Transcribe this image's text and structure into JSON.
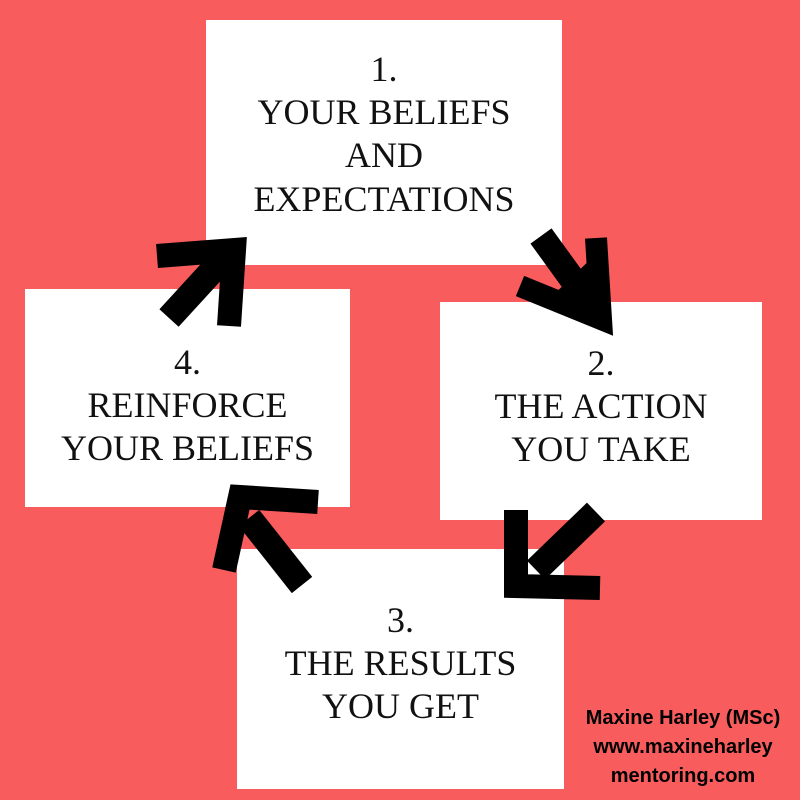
{
  "colors": {
    "background": "#f85c5c",
    "box": "#ffffff",
    "arrow": "#000000",
    "text": "#111111"
  },
  "steps": [
    {
      "number": "1.",
      "lines": [
        "YOUR BELIEFS",
        "AND",
        "EXPECTATIONS"
      ]
    },
    {
      "number": "2.",
      "lines": [
        "THE ACTION",
        "YOU TAKE"
      ]
    },
    {
      "number": "3.",
      "lines": [
        "THE RESULTS",
        "YOU GET"
      ]
    },
    {
      "number": "4.",
      "lines": [
        "REINFORCE",
        "YOUR BELIEFS"
      ]
    }
  ],
  "arrows": [
    {
      "direction": "down-right",
      "icon": "arrow-down-right-icon"
    },
    {
      "direction": "down-left",
      "icon": "arrow-down-left-icon"
    },
    {
      "direction": "up-left",
      "icon": "arrow-up-left-icon"
    },
    {
      "direction": "up-right",
      "icon": "arrow-up-right-icon"
    }
  ],
  "credit": {
    "name": "Maxine Harley (MSc)",
    "url_line1": "www.maxineharley",
    "url_line2": "mentoring.com"
  }
}
